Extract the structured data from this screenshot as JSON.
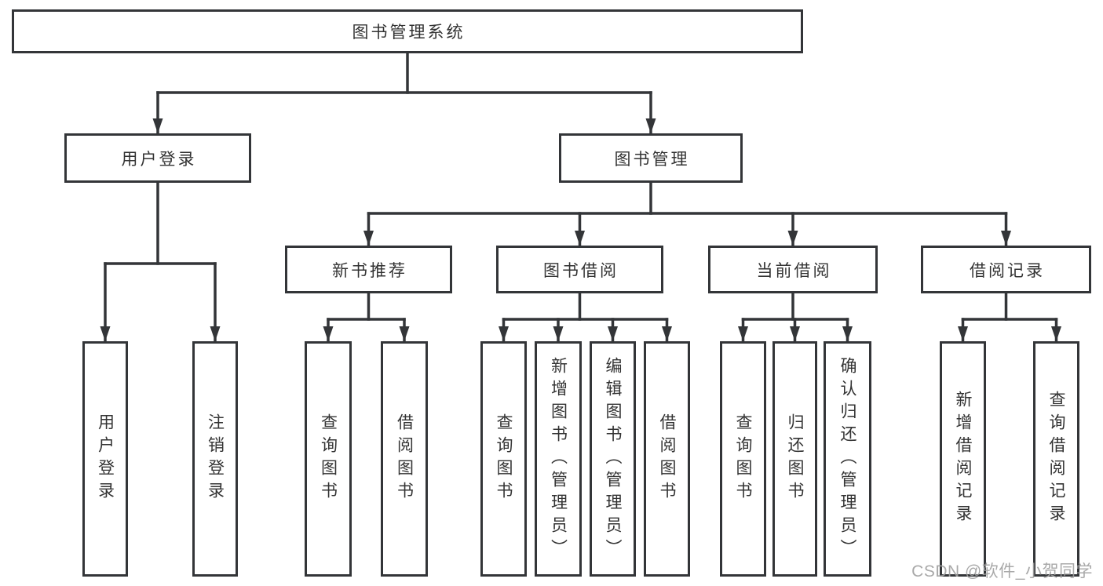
{
  "colors": {
    "line": "#333538",
    "box_border": "#333538",
    "text": "#333333",
    "background": "#ffffff",
    "watermark": "#a0a0a0"
  },
  "diagram": {
    "root": {
      "label": "图书管理系统"
    },
    "branches": [
      {
        "label": "用户登录",
        "leaves": [
          {
            "label": "用户登录"
          },
          {
            "label": "注销登录"
          }
        ]
      },
      {
        "label": "图书管理",
        "children": [
          {
            "label": "新书推荐",
            "leaves": [
              {
                "label": "查询图书"
              },
              {
                "label": "借阅图书"
              }
            ]
          },
          {
            "label": "图书借阅",
            "leaves": [
              {
                "label": "查询图书"
              },
              {
                "label": "新增图书（管理员）"
              },
              {
                "label": "编辑图书（管理员）"
              },
              {
                "label": "借阅图书"
              }
            ]
          },
          {
            "label": "当前借阅",
            "leaves": [
              {
                "label": "查询图书"
              },
              {
                "label": "归还图书"
              },
              {
                "label": "确认归还（管理员）"
              }
            ]
          },
          {
            "label": "借阅记录",
            "leaves": [
              {
                "label": "新增借阅记录"
              },
              {
                "label": "查询借阅记录"
              }
            ]
          }
        ]
      }
    ]
  },
  "watermark": {
    "text": "CSDN @软件_小贺同学"
  }
}
